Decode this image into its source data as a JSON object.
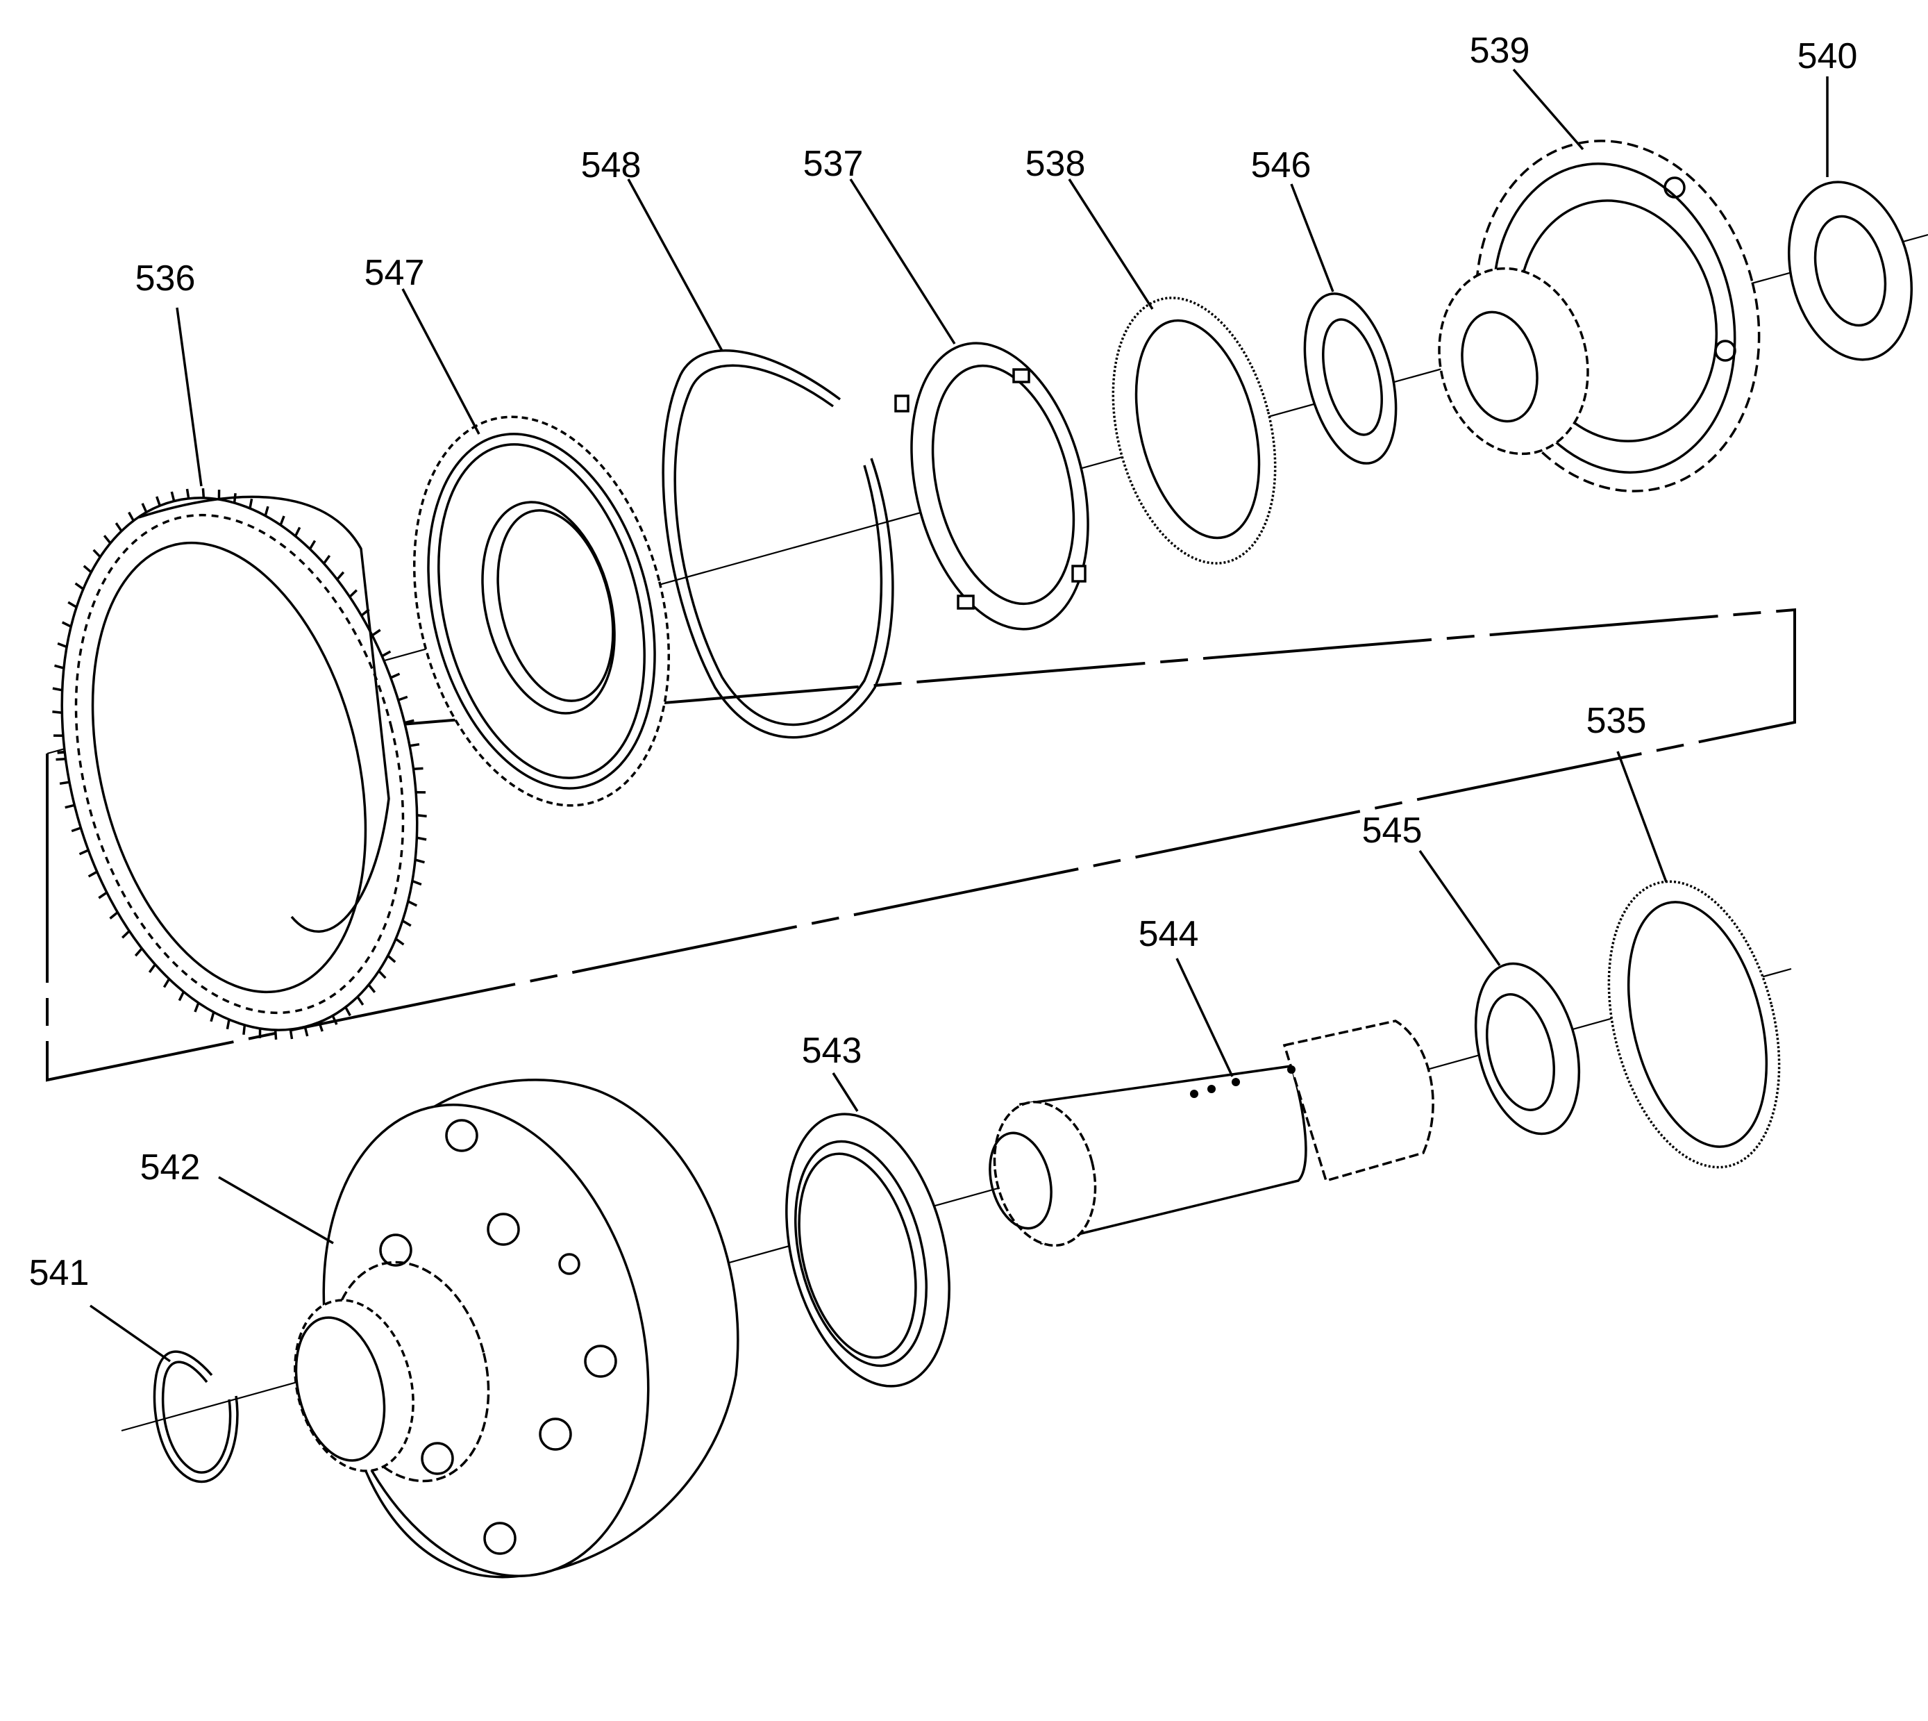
{
  "diagram": {
    "callouts": [
      {
        "id": "536",
        "label": "536"
      },
      {
        "id": "547",
        "label": "547"
      },
      {
        "id": "548",
        "label": "548"
      },
      {
        "id": "537",
        "label": "537"
      },
      {
        "id": "538",
        "label": "538"
      },
      {
        "id": "546",
        "label": "546"
      },
      {
        "id": "539",
        "label": "539"
      },
      {
        "id": "540",
        "label": "540"
      },
      {
        "id": "535",
        "label": "535"
      },
      {
        "id": "545",
        "label": "545"
      },
      {
        "id": "544",
        "label": "544"
      },
      {
        "id": "543",
        "label": "543"
      },
      {
        "id": "542",
        "label": "542"
      },
      {
        "id": "541",
        "label": "541"
      }
    ]
  }
}
